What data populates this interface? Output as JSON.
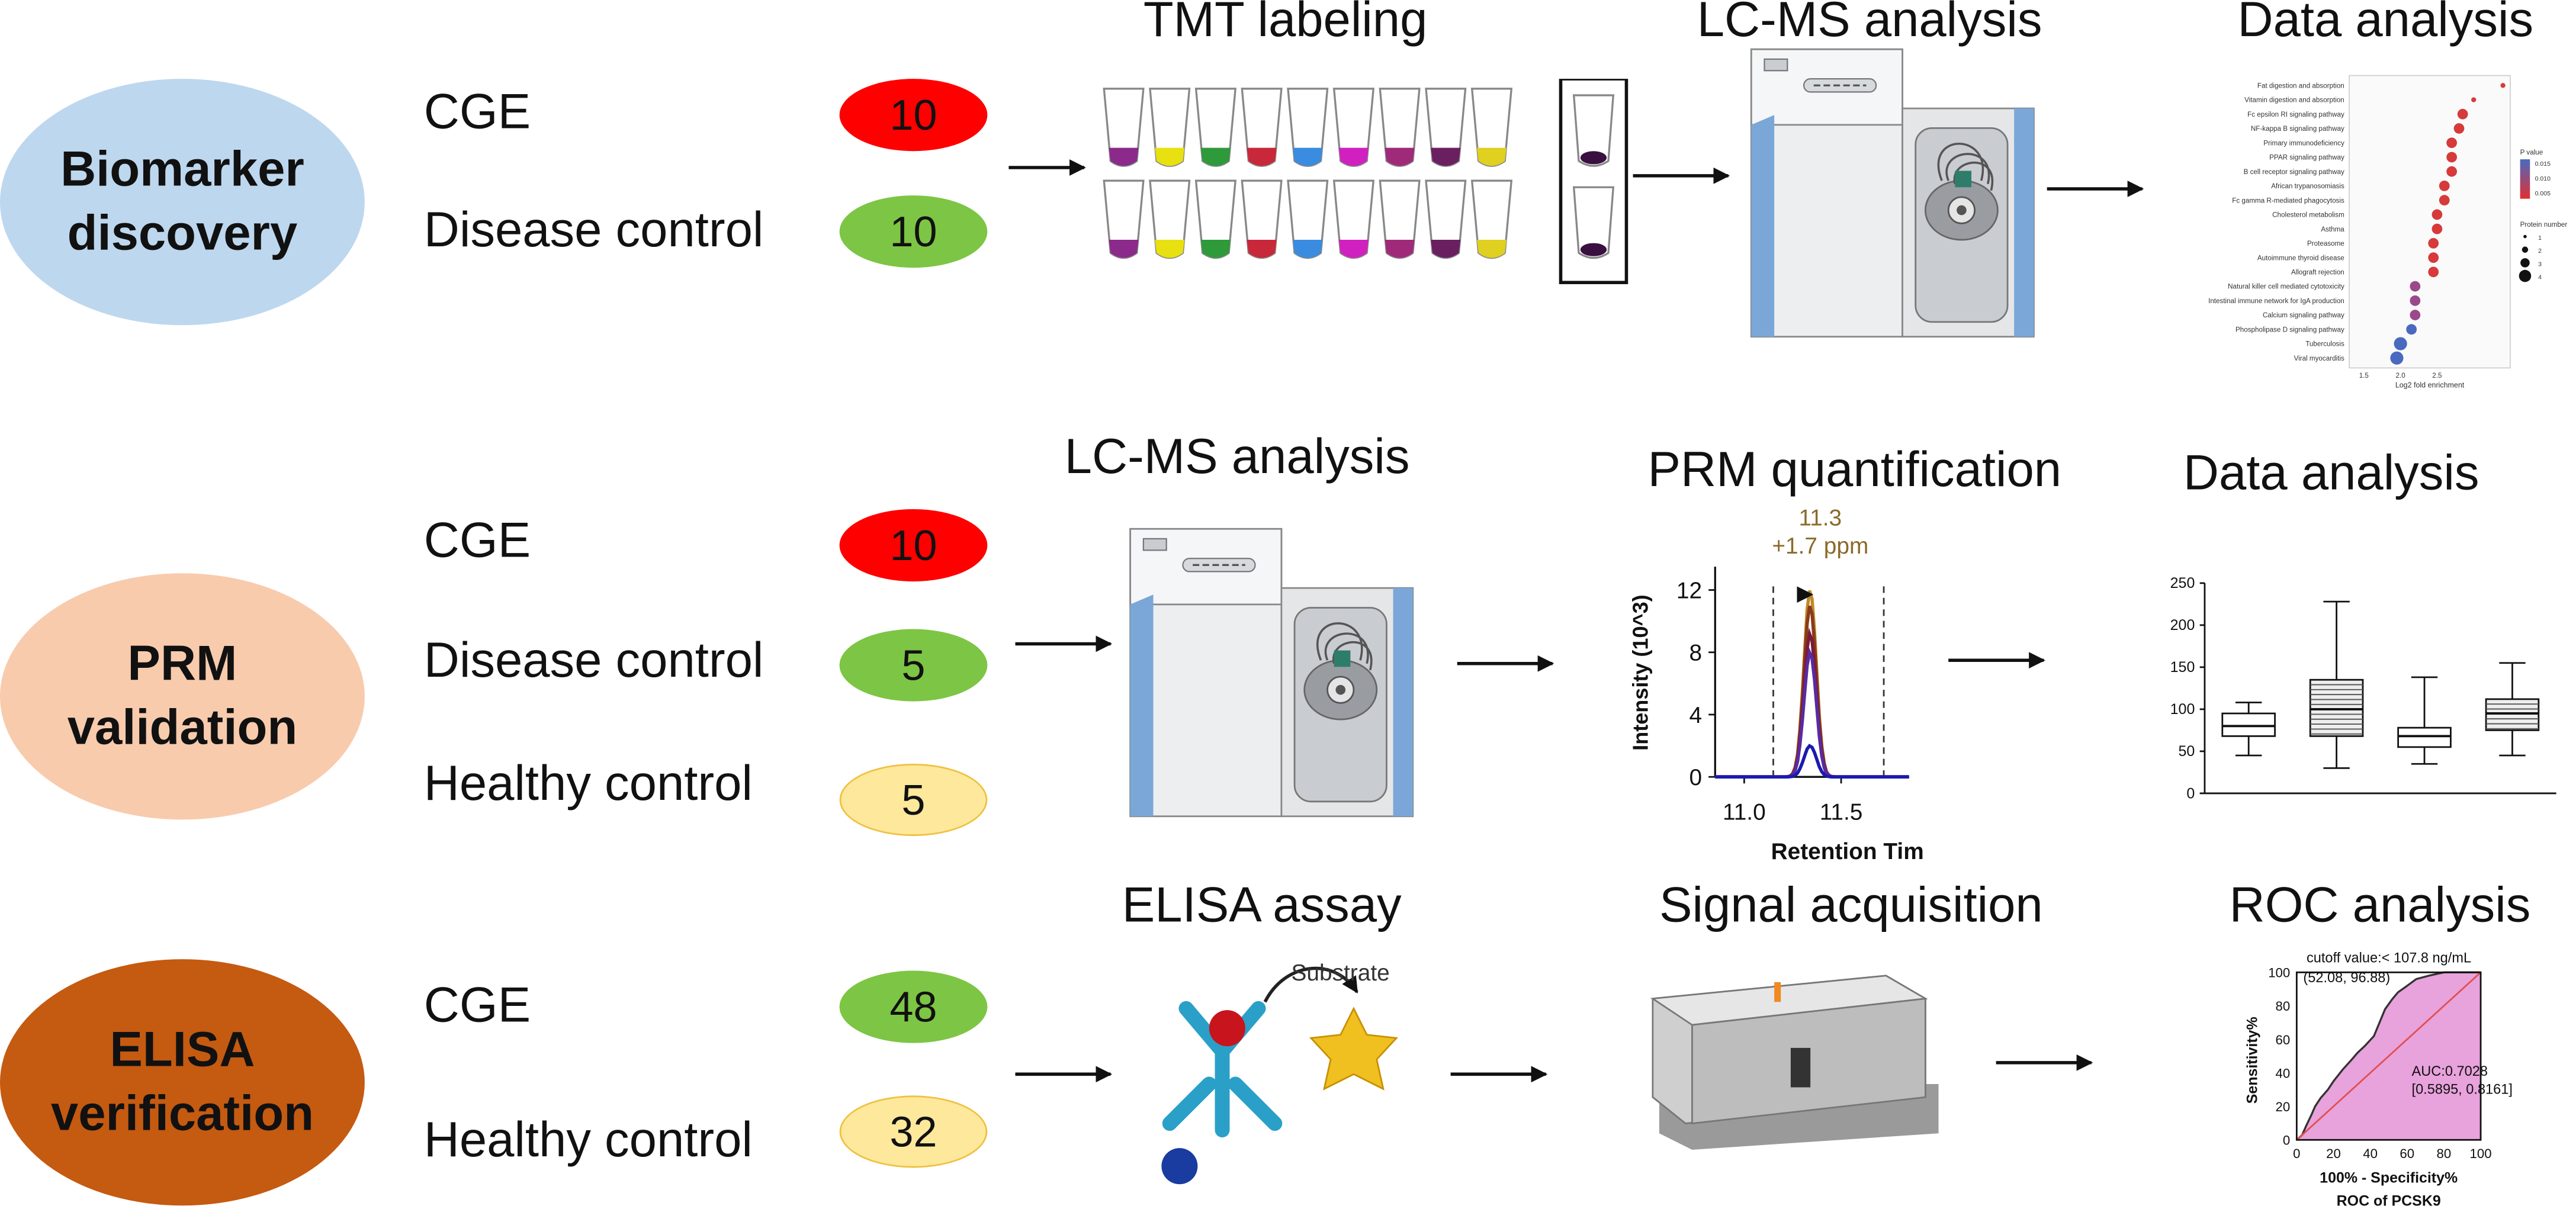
{
  "colors": {
    "red": "#ff0000",
    "green": "#7dc544",
    "yellow": "#fde89c",
    "discovery_fill": "#bdd7ee",
    "prm_fill": "#f8cbad",
    "elisa_fill": "#c55a11",
    "roc_fill": "#e8a2dc"
  },
  "stages": [
    {
      "name": "Biomarker\ndiscovery",
      "groups": [
        {
          "label": "CGE",
          "count": "10",
          "color": "red"
        },
        {
          "label": "Disease control",
          "count": "10",
          "color": "green"
        }
      ],
      "steps": [
        "TMT labeling",
        "LC-MS analysis",
        "Data analysis"
      ]
    },
    {
      "name": "PRM\nvalidation",
      "groups": [
        {
          "label": "CGE",
          "count": "10",
          "color": "red"
        },
        {
          "label": "Disease control",
          "count": "5",
          "color": "green"
        },
        {
          "label": "Healthy control",
          "count": "5",
          "color": "yellow"
        }
      ],
      "steps": [
        "LC-MS analysis",
        "PRM quantification",
        "Data analysis"
      ]
    },
    {
      "name": "ELISA\nverification",
      "groups": [
        {
          "label": "CGE",
          "count": "48",
          "color": "green"
        },
        {
          "label": "Healthy control",
          "count": "32",
          "color": "yellow"
        }
      ],
      "steps": [
        "ELISA assay",
        "Signal acquisition",
        "ROC analysis"
      ]
    }
  ],
  "tmt_tubes": {
    "rows": 2,
    "liquid_colors": [
      "#8b2a8a",
      "#e8e010",
      "#2e9a3a",
      "#c8283a",
      "#3a8ce0",
      "#d020c0",
      "#a02a7a",
      "#6a2060",
      "#e0d020"
    ],
    "highlighted_tube_liquid": "#3a1040"
  },
  "enrichment_plot": {
    "pathways": [
      "Fat digestion and absorption",
      "Vitamin digestion and absorption",
      "Fc epsilon RI signaling pathway",
      "NF-kappa B signaling pathway",
      "Primary immunodeficiency",
      "PPAR signaling pathway",
      "B cell receptor signaling pathway",
      "African trypanosomiasis",
      "Fc gamma R-mediated phagocytosis",
      "Cholesterol metabolism",
      "Asthma",
      "Proteasome",
      "Autoimmune thyroid disease",
      "Allograft rejection",
      "Natural killer cell mediated cytotoxicity",
      "Intestinal immune network for IgA production",
      "Calcium signaling pathway",
      "Phospholipase D signaling pathway",
      "Tuberculosis",
      "Viral myocarditis"
    ],
    "log2_fold_enrichment": [
      3.4,
      3.0,
      2.85,
      2.8,
      2.7,
      2.7,
      2.7,
      2.6,
      2.6,
      2.5,
      2.5,
      2.45,
      2.45,
      2.45,
      2.2,
      2.2,
      2.2,
      2.15,
      2.0,
      1.95
    ],
    "xlabel": "Log2 fold enrichment",
    "x_ticks": [
      "1.5",
      "2.0",
      "2.5"
    ],
    "legend_pvalue_title": "P value",
    "legend_pvalue_ticks": [
      "0.015",
      "0.010",
      "0.005"
    ],
    "legend_size_title": "Protein number",
    "legend_size_ticks": [
      "1",
      "2",
      "3",
      "4"
    ]
  },
  "prm_chart": {
    "peak_label": "11.3",
    "ppm_label": "+1.7 ppm",
    "ylabel": "Intensity (10^3)",
    "xlabel": "Retention Time",
    "y_ticks": [
      "0",
      "4",
      "8",
      "12"
    ],
    "x_ticks": [
      "11.0",
      "11.5"
    ],
    "trace_peaks": [
      12,
      11,
      9.2,
      8,
      2
    ],
    "trace_colors": [
      "#c08a28",
      "#8a3a1a",
      "#7a1a3a",
      "#5a2aa0",
      "#1a1ab0"
    ]
  },
  "boxplot": {
    "y_ticks": [
      "0",
      "50",
      "100",
      "150",
      "200",
      "250"
    ],
    "boxes": [
      {
        "min": 45,
        "q1": 68,
        "median": 80,
        "q3": 95,
        "max": 108
      },
      {
        "min": 30,
        "q1": 68,
        "median": 100,
        "q3": 135,
        "max": 228
      },
      {
        "min": 35,
        "q1": 55,
        "median": 68,
        "q3": 78,
        "max": 138
      },
      {
        "min": 45,
        "q1": 75,
        "median": 95,
        "q3": 112,
        "max": 155
      }
    ]
  },
  "elisa_icon": {
    "label": "Substrate"
  },
  "roc_chart": {
    "cutoff_label": "cutoff value:< 107.8 ng/mL",
    "cutoff_ci": "(52.08,  96.88)",
    "auc_label": "AUC:0.7028",
    "auc_ci": "[0.5895, 0.8161]",
    "ylabel": "Sensitivity%",
    "xlabel": "100% - Specificity%",
    "title": "ROC of PCSK9",
    "ticks": [
      "0",
      "20",
      "40",
      "60",
      "80",
      "100"
    ],
    "curve_points": [
      [
        0,
        0
      ],
      [
        3,
        3
      ],
      [
        5,
        8
      ],
      [
        8,
        15
      ],
      [
        10,
        20
      ],
      [
        13,
        25
      ],
      [
        17,
        30
      ],
      [
        20,
        35
      ],
      [
        25,
        42
      ],
      [
        30,
        48
      ],
      [
        33,
        52
      ],
      [
        37,
        56
      ],
      [
        42,
        62
      ],
      [
        45,
        70
      ],
      [
        48,
        78
      ],
      [
        52,
        84
      ],
      [
        55,
        88
      ],
      [
        60,
        92
      ],
      [
        65,
        96
      ],
      [
        72,
        98
      ],
      [
        80,
        100
      ],
      [
        100,
        100
      ]
    ]
  }
}
